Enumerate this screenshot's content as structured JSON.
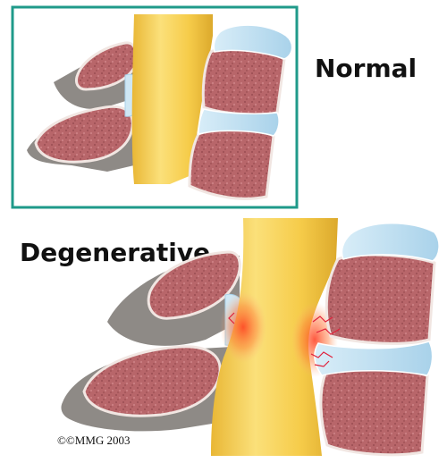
{
  "labels": {
    "normal": "Normal",
    "degenerative": "Degenerative",
    "copyright": "©©MMG 2003"
  },
  "colors": {
    "frame": "#1f9a8a",
    "bone_fill": "#b8666a",
    "bone_edge": "#f1e6e2",
    "cord": "#f6cc4a",
    "disc": "#b9dcef",
    "inflammation": "#ff4a2a"
  }
}
